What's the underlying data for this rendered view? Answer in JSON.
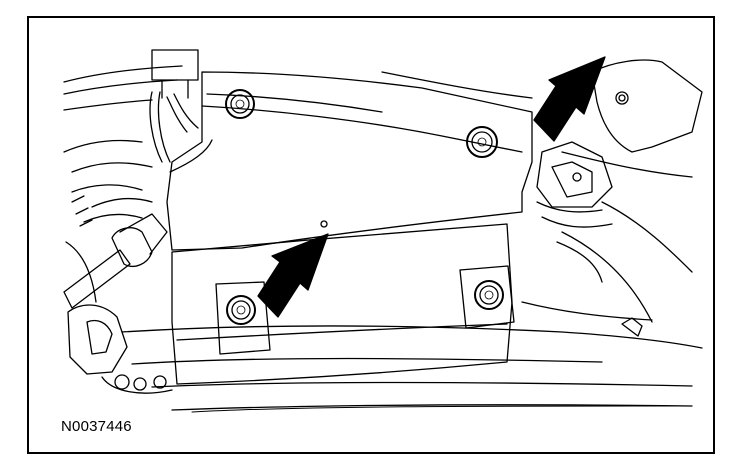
{
  "figure": {
    "id_label": "N0037446",
    "line_color": "#000000",
    "background": "#ffffff",
    "callouts": [
      {
        "name": "arrow-upper-right",
        "icon": "black-arrow-icon"
      },
      {
        "name": "arrow-lower-left",
        "icon": "black-arrow-icon"
      }
    ],
    "fasteners": [
      {
        "name": "bolt-upper-left",
        "icon": "bolt-icon"
      },
      {
        "name": "bolt-upper-right",
        "icon": "bolt-icon"
      },
      {
        "name": "bolt-lower-left",
        "icon": "bolt-icon"
      },
      {
        "name": "bolt-lower-right",
        "icon": "bolt-icon"
      }
    ]
  }
}
